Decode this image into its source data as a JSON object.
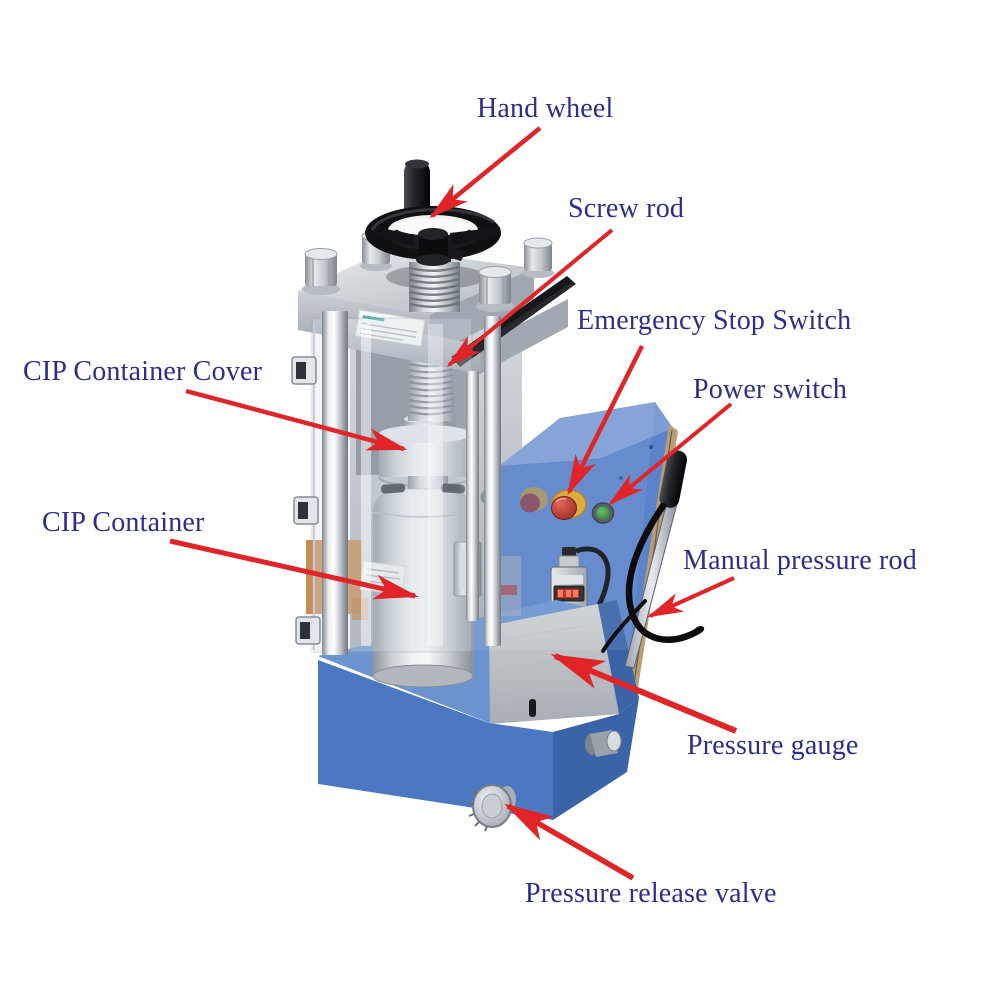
{
  "figure": {
    "type": "labeled-diagram",
    "subject": "CIP press machine parts diagram"
  },
  "labels": {
    "hand_wheel": "Hand wheel",
    "screw_rod": "Screw rod",
    "emergency_stop_switch": "Emergency Stop Switch",
    "power_switch": "Power switch",
    "cip_container_cover": "CIP Container Cover",
    "cip_container": "CIP Container",
    "manual_pressure_rod": "Manual pressure rod",
    "pressure_gauge": "Pressure gauge",
    "pressure_release_valve": "Pressure release valve"
  },
  "colors": {
    "arrow_red": "#e02428",
    "label_text": "#2b2e8f",
    "machine_blue": "#5b83c9",
    "machine_blue_light": "#7d9dd6",
    "machine_blue_dark": "#3a63a8",
    "base_blue": "#4c78c2",
    "pedestal_blue": "#6c93d0",
    "estop_red": "#a8281a",
    "estop_yellow": "#d9a62d",
    "power_green": "#2e8b37",
    "wheel_black": "#101013",
    "trim_tan": "#b99d76",
    "gauge_display_red": "#c61f14",
    "interior_orange": "#c2803f"
  }
}
